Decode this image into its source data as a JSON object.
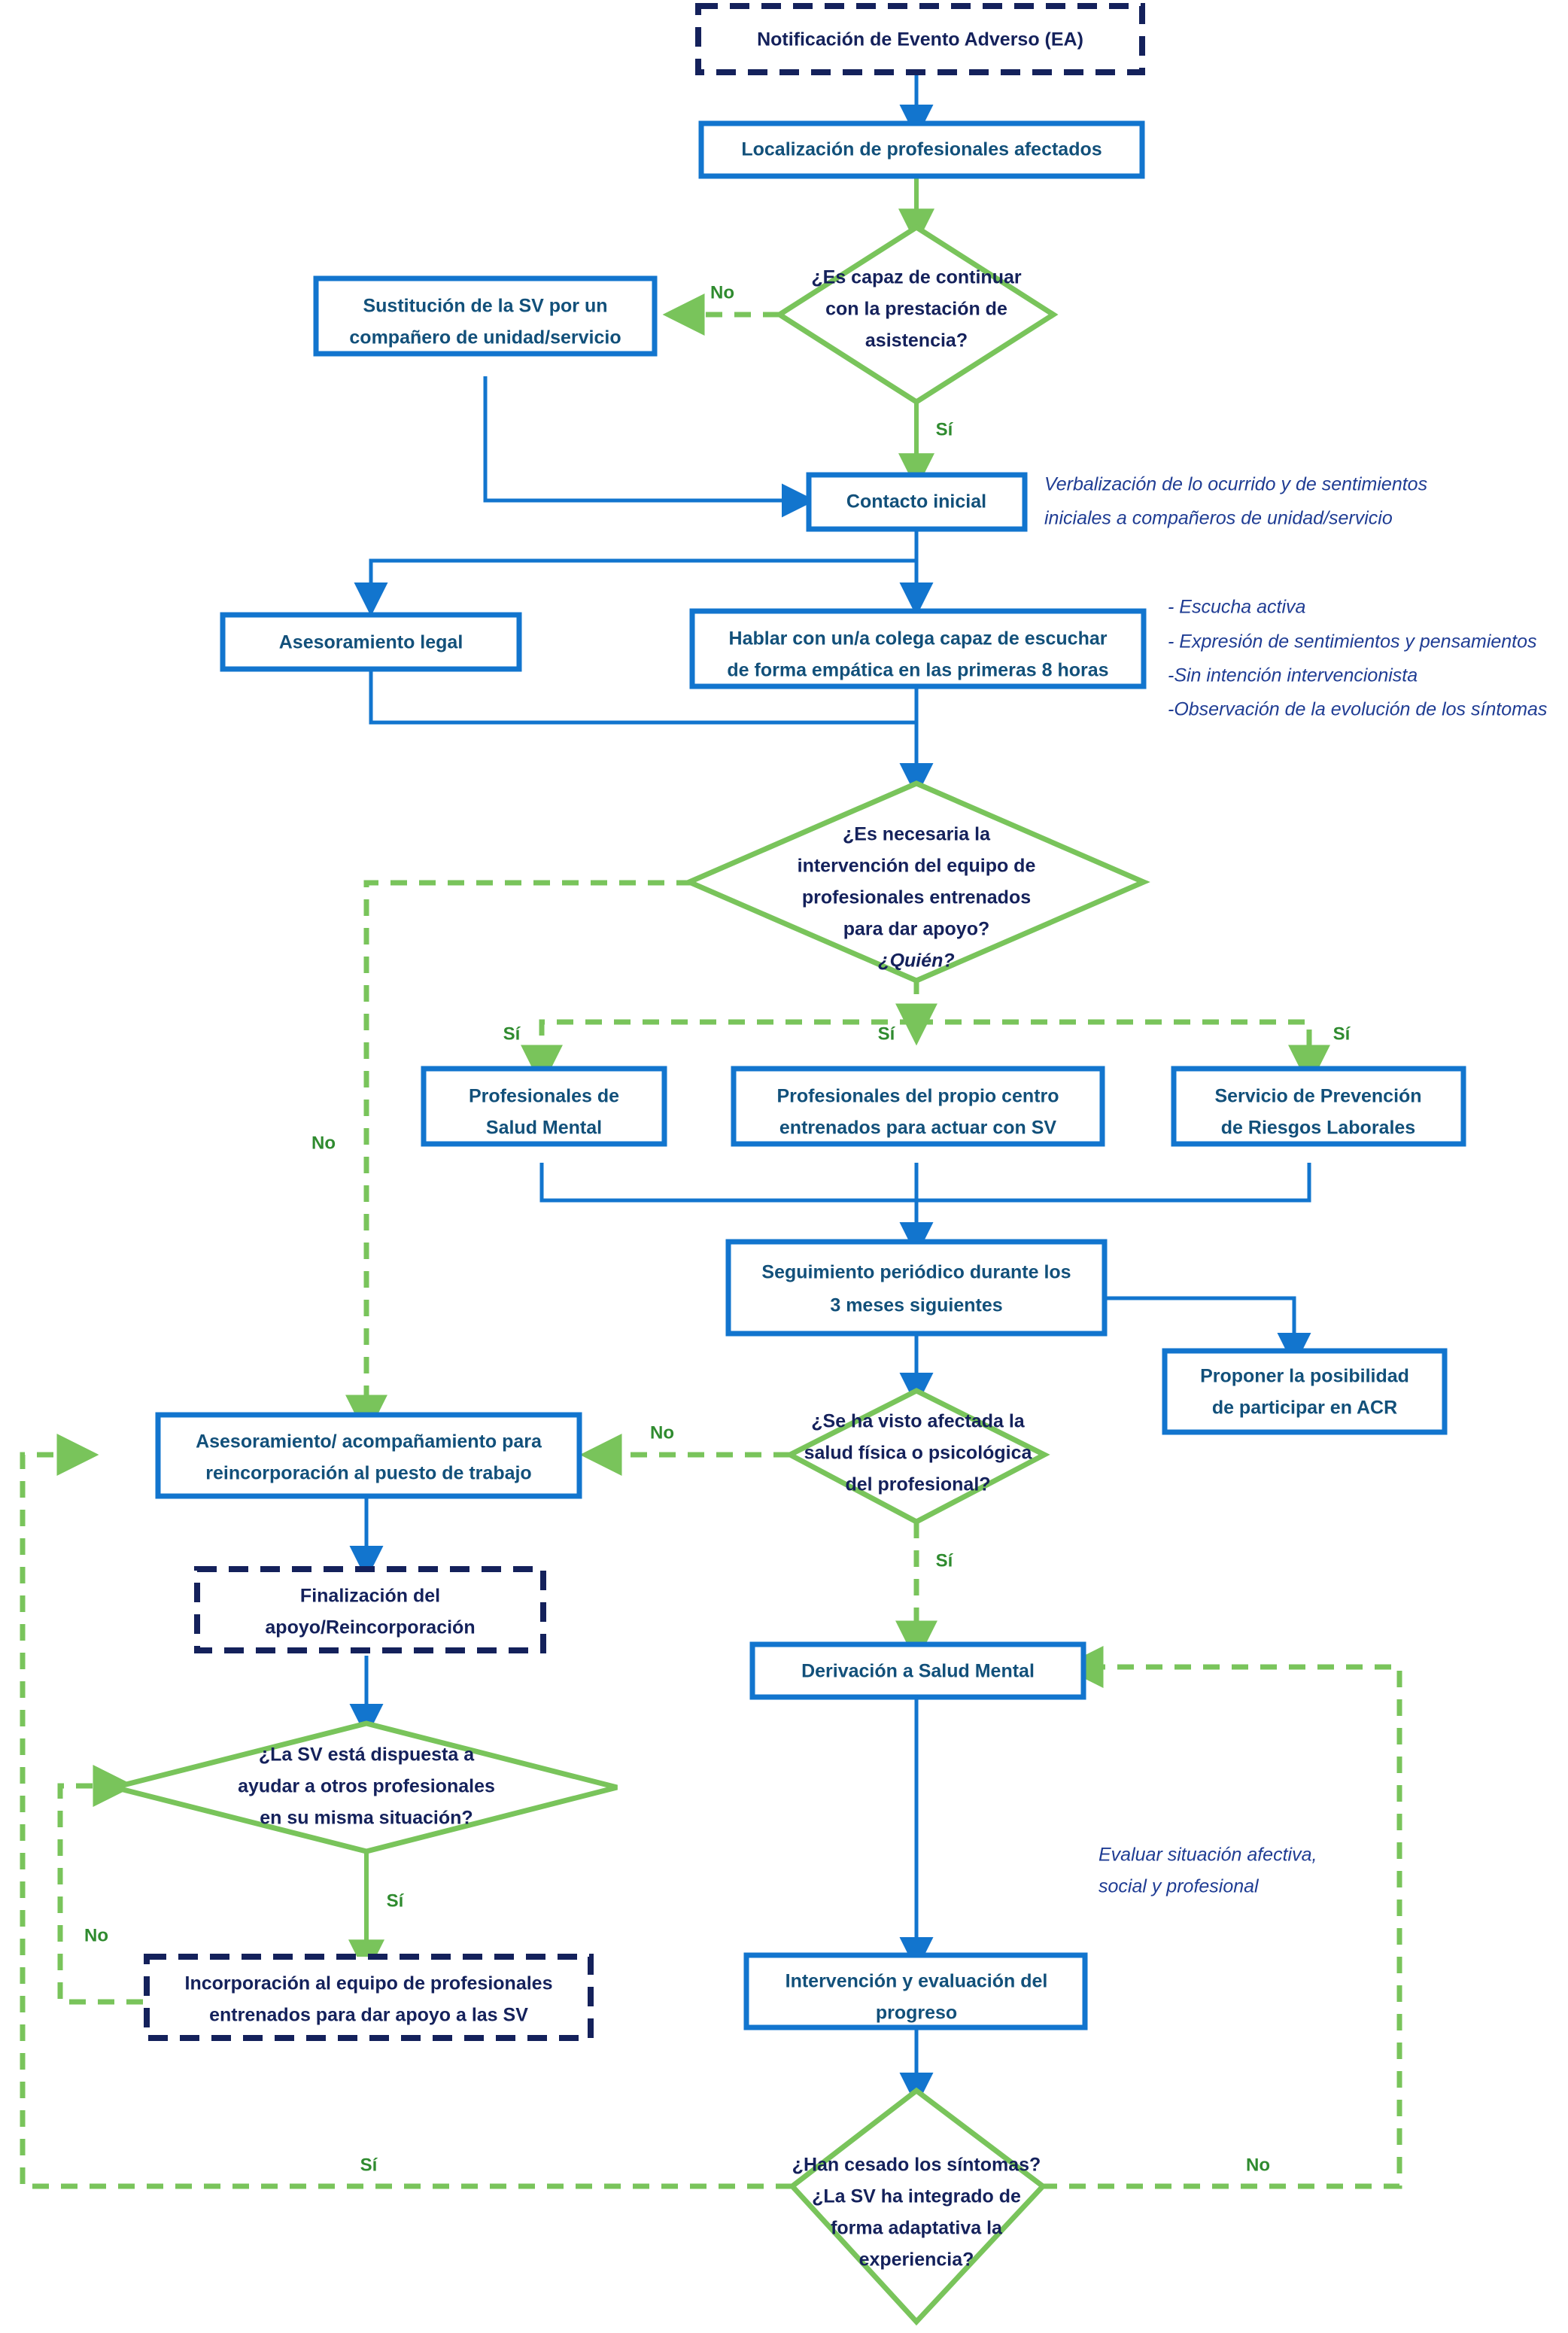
{
  "diagram": {
    "title": "Algoritmo de atencion a segundas victimas tras un evento adverso",
    "language": "es",
    "colors": {
      "box_border_blue": "#1275CE",
      "box_border_navy": "#14215B",
      "diamond_border_green": "#79C45B",
      "text_teal": "#12507A",
      "text_navy": "#14215B",
      "label_green": "#2F8B2F",
      "annotation_blue": "#1F3C93",
      "background": "#FFFFFF"
    },
    "nodes": {
      "notificacion": {
        "label": "Notificación de Evento  Adverso (EA)",
        "shape": "dashed-rect"
      },
      "localizacion": {
        "label": "Localización de profesionales afectados",
        "shape": "rect"
      },
      "d_capaz_l1": {
        "label": "¿Es capaz  de continuar",
        "shape": "diamond"
      },
      "d_capaz_l2": {
        "label": "con la prestación de"
      },
      "d_capaz_l3": {
        "label": "asistencia?"
      },
      "sustitucion_l1": {
        "label": "Sustitución de la SV por un",
        "shape": "rect"
      },
      "sustitucion_l2": {
        "label": "compañero de unidad/servicio"
      },
      "contacto": {
        "label": "Contacto inicial",
        "shape": "rect"
      },
      "asesoramiento_legal": {
        "label": "Asesoramiento legal",
        "shape": "rect"
      },
      "hablar_l1": {
        "label": "Hablar con un/a colega capaz  de escuchar",
        "shape": "rect"
      },
      "hablar_l2": {
        "label": "de forma empática  en las primeras 8 horas"
      },
      "d_necesaria_l1": {
        "label": "¿Es necesaria  la",
        "shape": "diamond"
      },
      "d_necesaria_l2": {
        "label": "intervención del equipo de"
      },
      "d_necesaria_l3": {
        "label": "profesionales entrenados"
      },
      "d_necesaria_l4": {
        "label": "para dar apoyo?"
      },
      "d_necesaria_l5": {
        "label": "¿Quién?",
        "italic": true
      },
      "salud_mental_l1": {
        "label": "Profesionales de",
        "shape": "rect"
      },
      "salud_mental_l2": {
        "label": "Salud Mental"
      },
      "propio_centro_l1": {
        "label": "Profesionales del propio centro",
        "shape": "rect"
      },
      "propio_centro_l2": {
        "label": "entrenados para actuar  con SV"
      },
      "prevencion_l1": {
        "label": "Servicio de Prevención",
        "shape": "rect"
      },
      "prevencion_l2": {
        "label": "de Riesgos Laborales"
      },
      "seguimiento_l1": {
        "label": "Seguimiento periódico durante  los",
        "shape": "rect"
      },
      "seguimiento_l2": {
        "label": "3 meses siguientes"
      },
      "proponer_l1": {
        "label": "Proponer la posibilidad",
        "shape": "rect"
      },
      "proponer_l2": {
        "label": "de participar  en ACR"
      },
      "d_afectada_l1": {
        "label": "¿Se ha visto afectada  la",
        "shape": "diamond"
      },
      "d_afectada_l2": {
        "label": "salud física o psicológica"
      },
      "d_afectada_l3": {
        "label": "del profesional?"
      },
      "asesoramiento_reinc_l1": {
        "label": "Asesoramiento/ acompañamiento  para",
        "shape": "rect"
      },
      "asesoramiento_reinc_l2": {
        "label": "reincorporación al puesto de trabajo"
      },
      "finalizacion_l1": {
        "label": "Finalización del",
        "shape": "dashed-rect"
      },
      "finalizacion_l2": {
        "label": "apoyo/Reincorporación"
      },
      "d_dispuesta_l1": {
        "label": "¿La SV está dispuesta a",
        "shape": "diamond"
      },
      "d_dispuesta_l2": {
        "label": "ayudar a otros profesionales"
      },
      "d_dispuesta_l3": {
        "label": "en su misma situación?"
      },
      "incorporacion_l1": {
        "label": "Incorporación al equipo de profesionales",
        "shape": "dashed-rect"
      },
      "incorporacion_l2": {
        "label": "entrenados para dar apoyo a las SV"
      },
      "derivacion": {
        "label": "Derivación a Salud Mental",
        "shape": "rect"
      },
      "intervencion_l1": {
        "label": "Intervención y evaluación del",
        "shape": "rect"
      },
      "intervencion_l2": {
        "label": "progreso"
      },
      "d_cesado_l1": {
        "label": "¿Han cesado los síntomas?",
        "shape": "diamond"
      },
      "d_cesado_l2": {
        "label": "¿La SV ha integrado de"
      },
      "d_cesado_l3": {
        "label": "forma adaptativa  la"
      },
      "d_cesado_l4": {
        "label": "experiencia?"
      }
    },
    "edge_labels": {
      "capaz_no": "No",
      "capaz_si": "Sí",
      "necesaria_si_1": "Sí",
      "necesaria_si_2": "Sí",
      "necesaria_si_3": "Sí",
      "necesaria_no": "No",
      "afectada_no": "No",
      "afectada_si": "Sí",
      "dispuesta_no": "No",
      "dispuesta_si": "Sí",
      "cesado_si": "Sí",
      "cesado_no": "No"
    },
    "annotations": {
      "contacto_l1": "Verbalización de lo ocurrido y de sentimientos",
      "contacto_l2": "iniciales a compañeros de unidad/servicio",
      "hablar_b1": "- Escucha activa",
      "hablar_b2": "- Expresión de sentimientos y pensamientos",
      "hablar_b3": "-Sin intención intervencionista",
      "hablar_b4": "-Observación de la evolución de los síntomas",
      "evaluar_l1": "Evaluar situación afectiva,",
      "evaluar_l2": "social y profesional"
    }
  }
}
